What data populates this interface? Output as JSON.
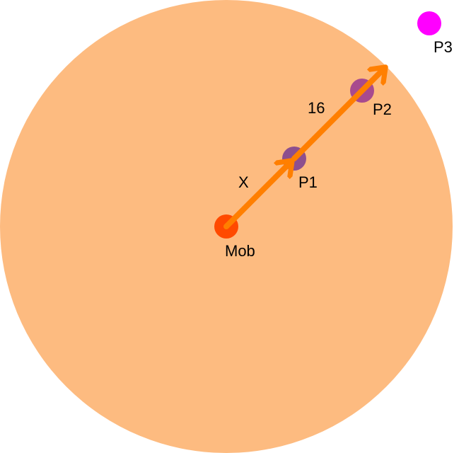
{
  "labels": {
    "mob": "Mob",
    "p1": "P1",
    "p2": "P2",
    "p3": "P3",
    "x": "X",
    "distance": "16"
  },
  "colors": {
    "range_fill": "#fdbb80",
    "mob": "#ff4a00",
    "player_inside": "#8d4f8e",
    "player_outside": "#ff00ff",
    "arrow": "#ff7f00",
    "text": "#000000"
  }
}
